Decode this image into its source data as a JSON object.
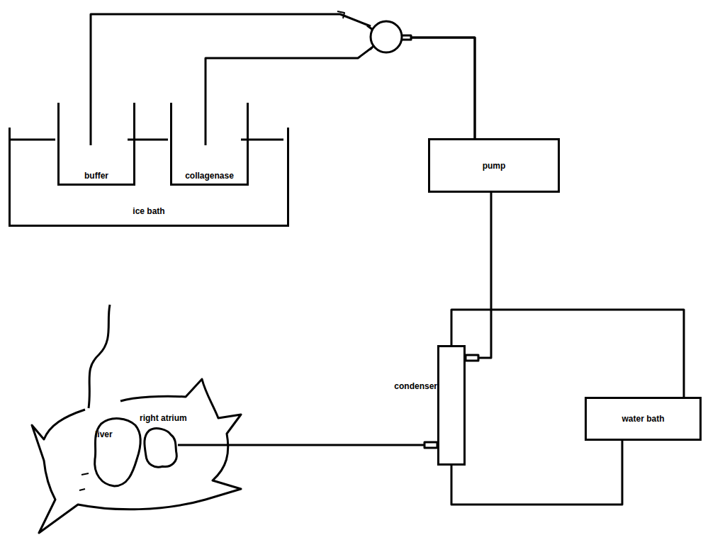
{
  "diagram": {
    "nodes": [
      {
        "text": [
          "ice bath"
        ]
      },
      {
        "text": [
          "buffer"
        ],
        "in": 0
      },
      {
        "text": [
          "collagenase"
        ],
        "in": 0
      },
      {
        "text": [
          "pump"
        ]
      },
      {
        "text": [
          "condenser"
        ]
      },
      {
        "text": [
          "water bath"
        ]
      },
      {
        "text": [
          "liver"
        ]
      },
      {
        "text": [
          "right atrium"
        ]
      }
    ],
    "edges": [
      {
        "from": 1,
        "to": 3,
        "arrow": "none"
      },
      {
        "from": 2,
        "to": 3,
        "arrow": "none"
      },
      {
        "from": 3,
        "to": 4,
        "arrow": "none"
      },
      {
        "from": 4,
        "to": 7,
        "arrow": "none"
      },
      {
        "from": 5,
        "to": 4,
        "arrow": "none"
      },
      {
        "from": 5,
        "to": 4,
        "arrow": "none"
      }
    ]
  }
}
